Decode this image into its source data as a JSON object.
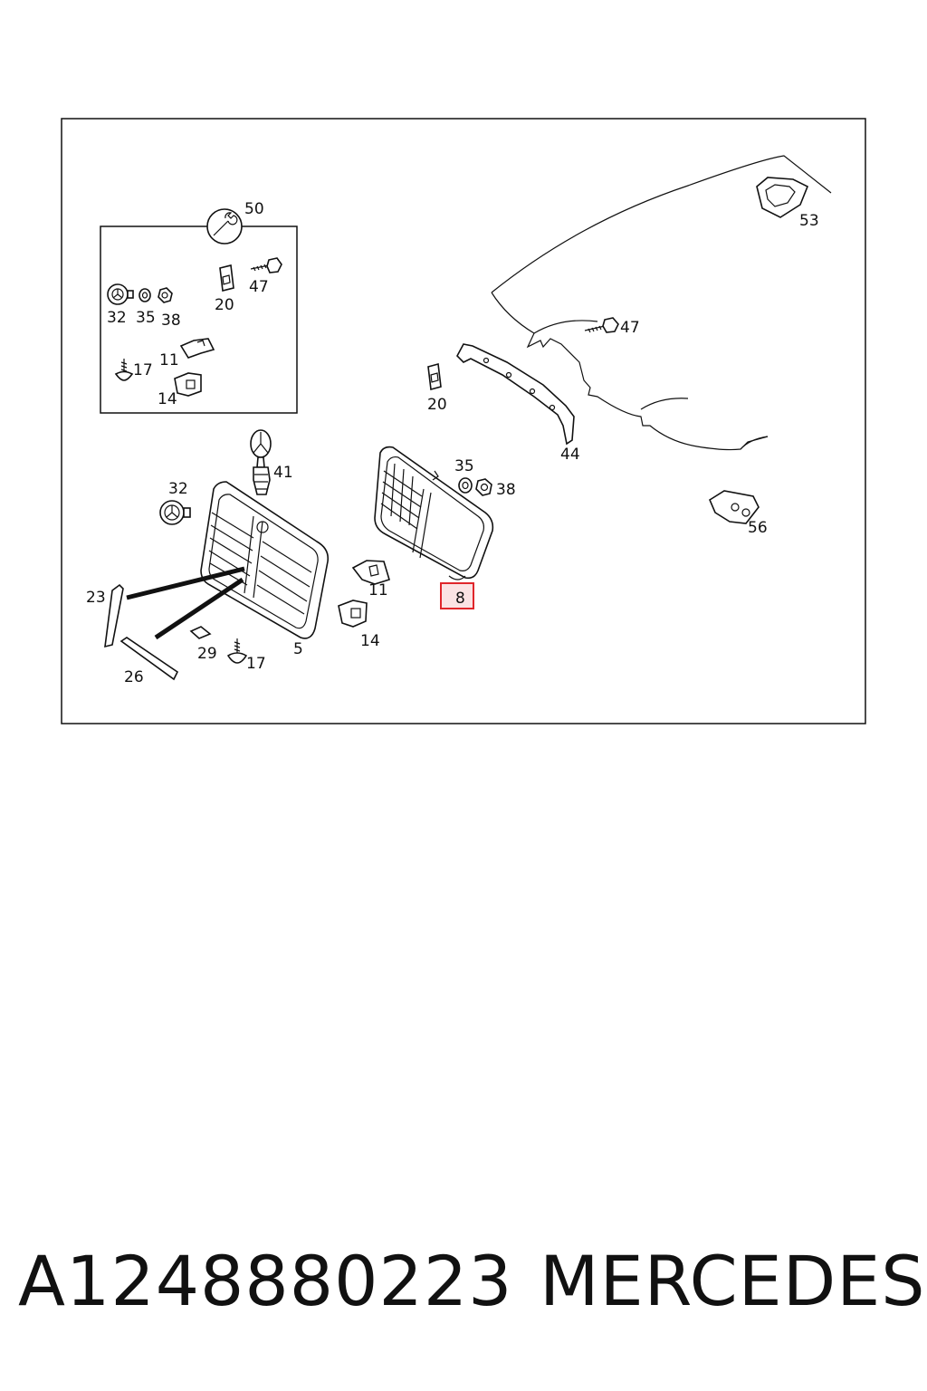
{
  "diagram": {
    "inset_callout": "50",
    "inset_labels": [
      "32",
      "35",
      "38",
      "20",
      "47",
      "17",
      "11",
      "14"
    ],
    "labels": {
      "p53": "53",
      "p47": "47",
      "p20": "20",
      "p44": "44",
      "p41": "41",
      "p35": "35",
      "p38": "38",
      "p32": "32",
      "p56": "56",
      "p8": "8",
      "p11": "11",
      "p14": "14",
      "p23": "23",
      "p29": "29",
      "p17": "17",
      "p5": "5",
      "p26": "26"
    },
    "highlight_color": "#e0262b",
    "highlight_fill": "#fbe3e4"
  },
  "footer": {
    "part_number": "A1248880223",
    "brand": "MERCEDES"
  }
}
